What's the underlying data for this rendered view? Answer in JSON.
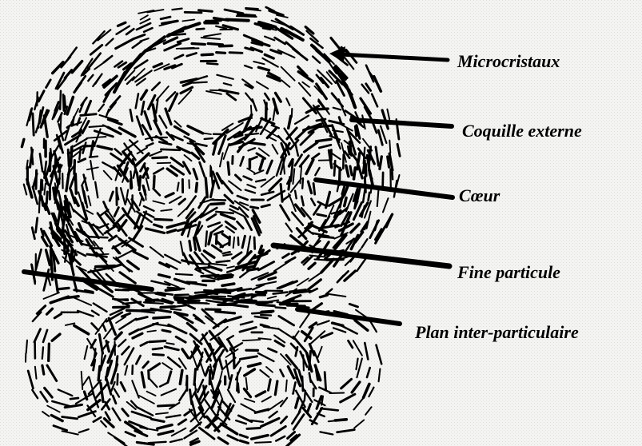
{
  "labels": {
    "microcristaux": "Microcristaux",
    "coquille_externe": "Coquille externe",
    "coeur": "Cœur",
    "fine_particule": "Fine particule",
    "plan_inter_particulaire": "Plan inter-particulaire"
  },
  "colors": {
    "background": "#f4f4f2",
    "ink": "#000000"
  }
}
